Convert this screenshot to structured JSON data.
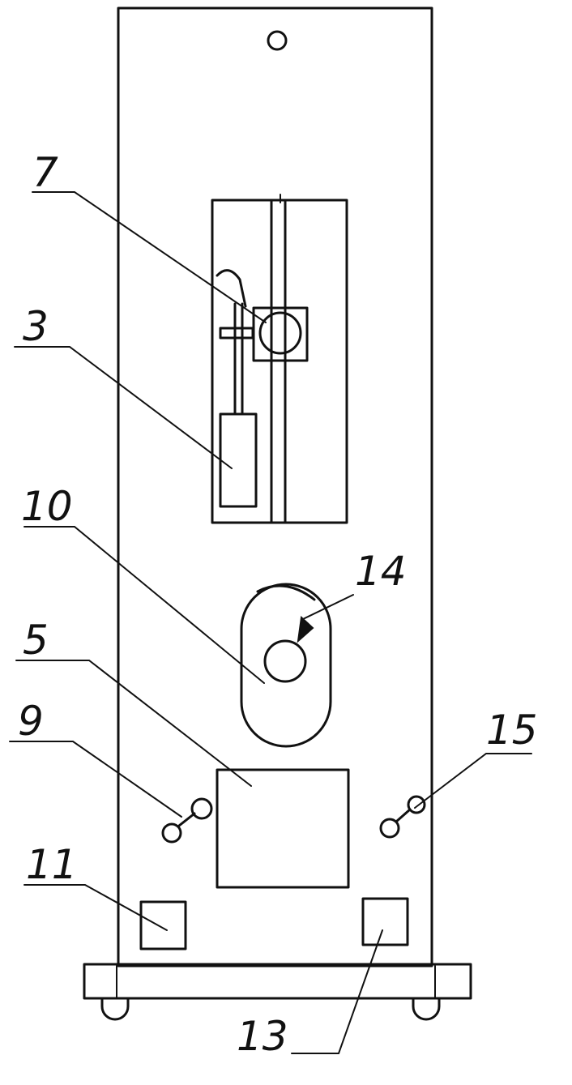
{
  "labels": {
    "l7": "7",
    "l3": "3",
    "l10": "10",
    "l14": "14",
    "l5": "5",
    "l9": "9",
    "l15": "15",
    "l11": "11",
    "l13": "13"
  }
}
